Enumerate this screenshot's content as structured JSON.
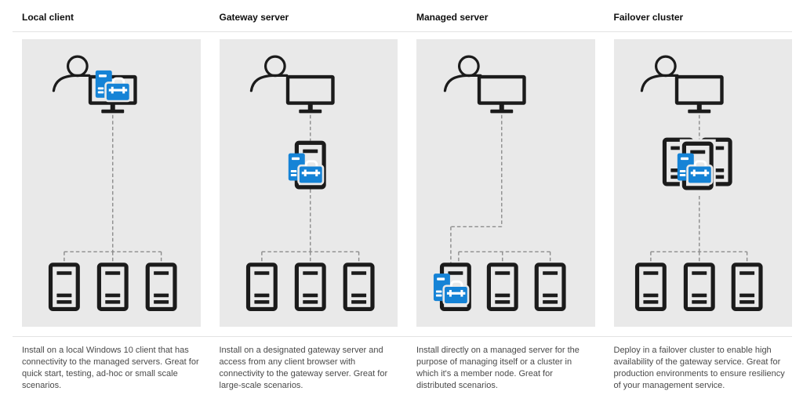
{
  "columns": [
    {
      "title": "Local client",
      "description": "Install on a local Windows 10 client that has connectivity to the managed servers. Great for quick start, testing, ad-hoc or small scale scenarios.",
      "diagram": "user at client monitor with gateway icon, dashed connection to 3 managed servers"
    },
    {
      "title": "Gateway server",
      "description": "Install on a designated gateway server and access from any client browser with connectivity to the gateway server. Great for large-scale scenarios.",
      "diagram": "user at client monitor, dashed connection to gateway server tower, dashed connection to 3 managed servers"
    },
    {
      "title": "Managed server",
      "description": "Install directly on a managed server for the purpose of managing itself or a cluster in which it's a member node. Great for distributed scenarios.",
      "diagram": "user at client monitor, dashed connection to first of 3 managed servers which carries the gateway icon"
    },
    {
      "title": "Failover cluster",
      "description": "Deploy in a failover cluster to enable high availability of the gateway service. Great for production environments to ensure resiliency of your management service.",
      "diagram": "user at client monitor, dashed connection to 3-node failover cluster with gateway icon, dashed connection to 3 managed servers"
    }
  ],
  "icons": {
    "user-icon": "person silhouette (head circle + shoulder arc)",
    "monitor-icon": "desktop monitor outline with stand",
    "server-icon": "server tower outline with drive-slot bars",
    "gateway-icon": "blue server tower with toolbox (management gateway)",
    "cluster-icon": "three overlapping server towers"
  },
  "colors": {
    "panel-bg": "#e9e9e9",
    "dark": "#1b1b1b",
    "blue": "#1583d6",
    "dashline": "#8c8c8c",
    "rule": "#e3e3e3",
    "title-text": "#0f0f0f",
    "body-text": "#4a4a4a",
    "page-bg": "#ffffff"
  }
}
